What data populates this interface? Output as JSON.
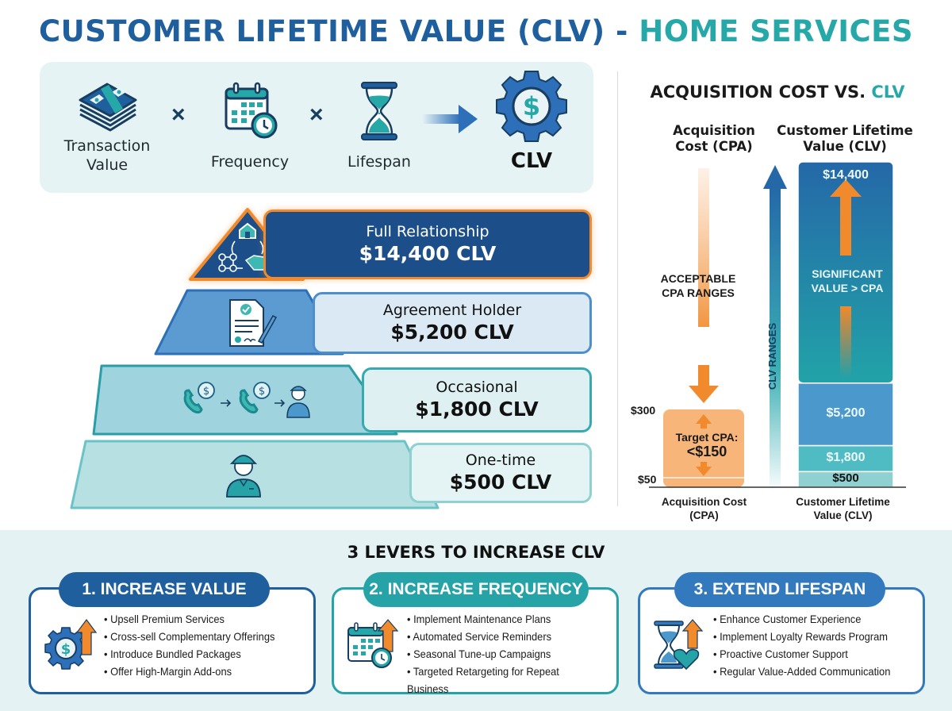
{
  "title": {
    "part1": "CUSTOMER LIFETIME VALUE (CLV) -",
    "part2": "HOME SERVICES"
  },
  "formula": {
    "items": [
      {
        "label_line1": "Transaction",
        "label_line2": "Value",
        "icon": "money-stack-icon"
      },
      {
        "label": "Frequency",
        "icon": "calendar-clock-icon"
      },
      {
        "label": "Lifespan",
        "icon": "hourglass-icon"
      }
    ],
    "operator": "×",
    "result": {
      "label": "CLV",
      "icon": "gear-dollar-icon"
    }
  },
  "pyramid": {
    "tiers": [
      {
        "name": "Full Relationship",
        "value": "$14,400 CLV",
        "icon": "home-network-handshake-icon"
      },
      {
        "name": "Agreement Holder",
        "value": "$5,200 CLV",
        "icon": "signed-contract-icon"
      },
      {
        "name": "Occasional",
        "value": "$1,800 CLV",
        "icon": "repeat-call-technician-icon"
      },
      {
        "name": "One-time",
        "value": "$500 CLV",
        "icon": "technician-icon"
      }
    ]
  },
  "chart_data": {
    "type": "bar",
    "title": "ACQUISITION COST VS. CLV",
    "title_accent": "CLV",
    "categories": [
      "Acquisition Cost (CPA)",
      "Customer Lifetime Value (CLV)"
    ],
    "column_headers": [
      {
        "line1": "Acquisition",
        "line2": "Cost (CPA)"
      },
      {
        "line1": "Customer Lifetime",
        "line2": "Value (CLV)"
      }
    ],
    "xlabels": [
      {
        "line1": "Acquisition Cost",
        "line2": "(CPA)"
      },
      {
        "line1": "Customer Lifetime",
        "line2": "Value (CLV)"
      }
    ],
    "cpa": {
      "range_label_line1": "ACCEPTABLE",
      "range_label_line2": "CPA RANGES",
      "range_low": 50,
      "range_high": 300,
      "tick_labels": [
        "$300",
        "$50"
      ],
      "target_label": "Target CPA:",
      "target_value": "<$150",
      "target": 150
    },
    "clv": {
      "axis_label": "CLV RANGES",
      "segments": [
        {
          "label": "$500",
          "value": 500,
          "color": "#8fd0d0"
        },
        {
          "label": "$1,800",
          "value": 1800,
          "color": "#4fbcc4"
        },
        {
          "label": "$5,200",
          "value": 5200,
          "color": "#4a98cc"
        },
        {
          "label": "$14,400",
          "value": 14400,
          "color": "#2468a8"
        }
      ],
      "annotation_line1": "SIGNIFICANT",
      "annotation_line2": "VALUE > CPA"
    },
    "colors": {
      "cpa": "#f08a2c",
      "clv": "#2468a8",
      "clv_accent": "#26a8a8"
    }
  },
  "levers": {
    "title": "3 LEVERS TO INCREASE CLV",
    "items": [
      {
        "label": "1. INCREASE VALUE",
        "color": "#1f5f9e",
        "icon": "gear-dollar-up-icon",
        "bullets": [
          "Upsell Premium Services",
          "Cross-sell Complementary Offerings",
          "Introduce Bundled Packages",
          "Offer High-Margin Add-ons"
        ]
      },
      {
        "label": "2. INCREASE FREQUENCY",
        "color": "#26a3a6",
        "icon": "calendar-clock-up-icon",
        "bullets": [
          "Implement Maintenance Plans",
          "Automated Service Reminders",
          "Seasonal Tune-up Campaigns",
          "Targeted Retargeting for Repeat Business"
        ]
      },
      {
        "label": "3. EXTEND LIFESPAN",
        "color": "#3379bd",
        "icon": "hourglass-heart-up-icon",
        "bullets": [
          "Enhance Customer Experience",
          "Implement Loyalty Rewards Program",
          "Proactive Customer Support",
          "Regular Value-Added Communication"
        ]
      }
    ]
  }
}
